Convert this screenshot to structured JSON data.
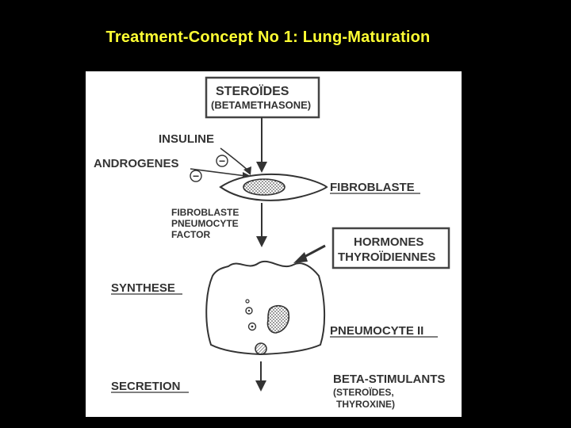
{
  "slide": {
    "title": "Treatment-Concept No 1: Lung-Maturation"
  },
  "diagram": {
    "steroides_box": {
      "line1": "STEROÏDES",
      "line2": "(BETAMETHASONE)"
    },
    "insuline": "INSULINE",
    "androgenes": "ANDROGENES",
    "minus_symbol": "−",
    "fibroblaste": "FIBROBLASTE",
    "fpf": {
      "line1": "FIBROBLASTE",
      "line2": "PNEUMOCYTE",
      "line3": "FACTOR"
    },
    "hormones_box": {
      "line1": "HORMONES",
      "line2": "THYROÏDIENNES"
    },
    "synthese": "SYNTHESE",
    "pneumocyte": "PNEUMOCYTE II",
    "secretion": "SECRETION",
    "beta": {
      "line1": "BETA-STIMULANTS",
      "line2": "(STEROÏDES,",
      "line3": "THYROXINE)"
    }
  },
  "colors": {
    "background": "#000000",
    "title": "#ffff33",
    "figure_bg": "#ffffff",
    "ink": "#333333"
  }
}
